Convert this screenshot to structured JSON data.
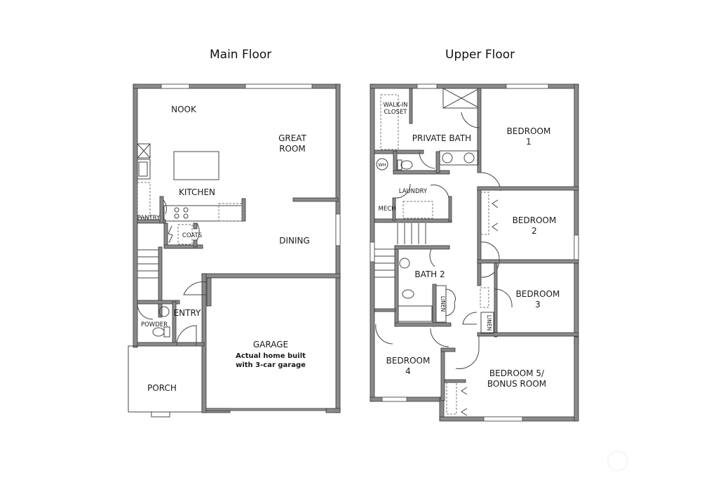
{
  "titles": {
    "main_floor": "Main Floor",
    "upper_floor": "Upper Floor"
  },
  "main_floor": {
    "rooms": {
      "nook": "NOOK",
      "great_room_1": "GREAT",
      "great_room_2": "ROOM",
      "kitchen": "KITCHEN",
      "pantry": "PANTRY",
      "coats": "COATS",
      "dining": "DINING",
      "entry": "ENTRY",
      "powder": "POWDER",
      "porch": "PORCH",
      "garage": "GARAGE",
      "garage_note_1": "Actual home built",
      "garage_note_2": "with 3-car garage"
    }
  },
  "upper_floor": {
    "rooms": {
      "walk_in_1": "WALK-IN",
      "walk_in_2": "CLOSET",
      "private_bath": "PRIVATE BATH",
      "bedroom1_a": "BEDROOM",
      "bedroom1_b": "1",
      "wh": "WH",
      "laundry": "LAUNDRY",
      "mech": "MECH",
      "bedroom2_a": "BEDROOM",
      "bedroom2_b": "2",
      "bath2": "BATH 2",
      "linen_1": "LINEN",
      "bedroom3_a": "BEDROOM",
      "bedroom3_b": "3",
      "linen_2": "LINEN",
      "bedroom4_a": "BEDROOM",
      "bedroom4_b": "4",
      "bedroom5_a": "BEDROOM 5/",
      "bedroom5_b": "BONUS ROOM"
    }
  },
  "colors": {
    "wall_fill": "#8a8a8a",
    "wall_outline": "#333333",
    "fixture": "#555555",
    "background": "#ffffff"
  }
}
